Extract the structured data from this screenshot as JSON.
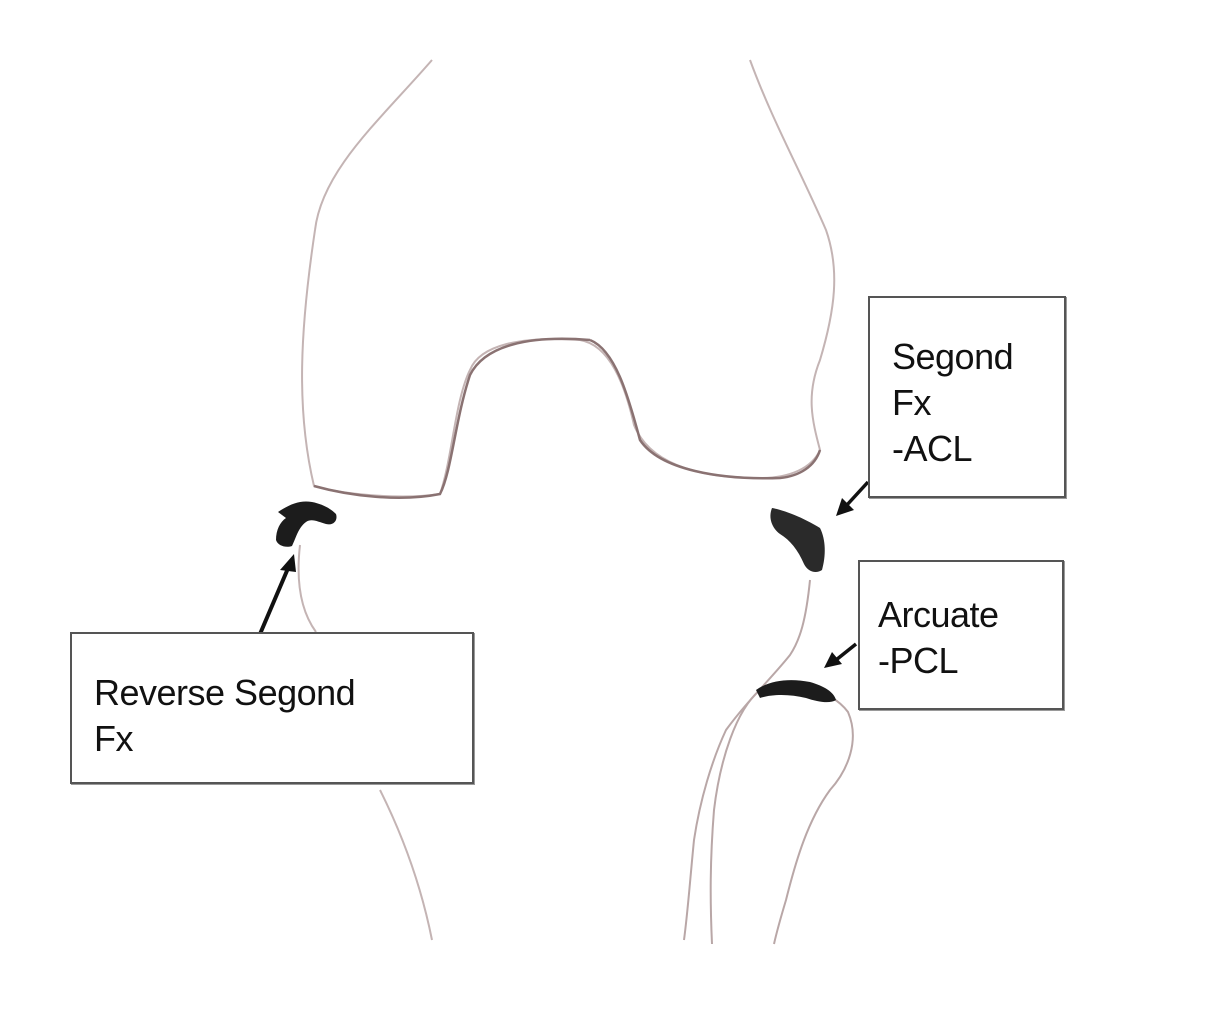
{
  "labels": {
    "reverse_segond": [
      "Reverse Segond",
      "Fx"
    ],
    "segond": [
      "Segond",
      "Fx",
      "-ACL"
    ],
    "arcuate": [
      "Arcuate",
      "-PCL"
    ]
  },
  "colors": {
    "bone_outline": "#b9a7a7",
    "articular_surface": "#8a7272",
    "fracture_fragment": "#1c1c1c",
    "arrow": "#111111",
    "box_border": "#555555"
  }
}
